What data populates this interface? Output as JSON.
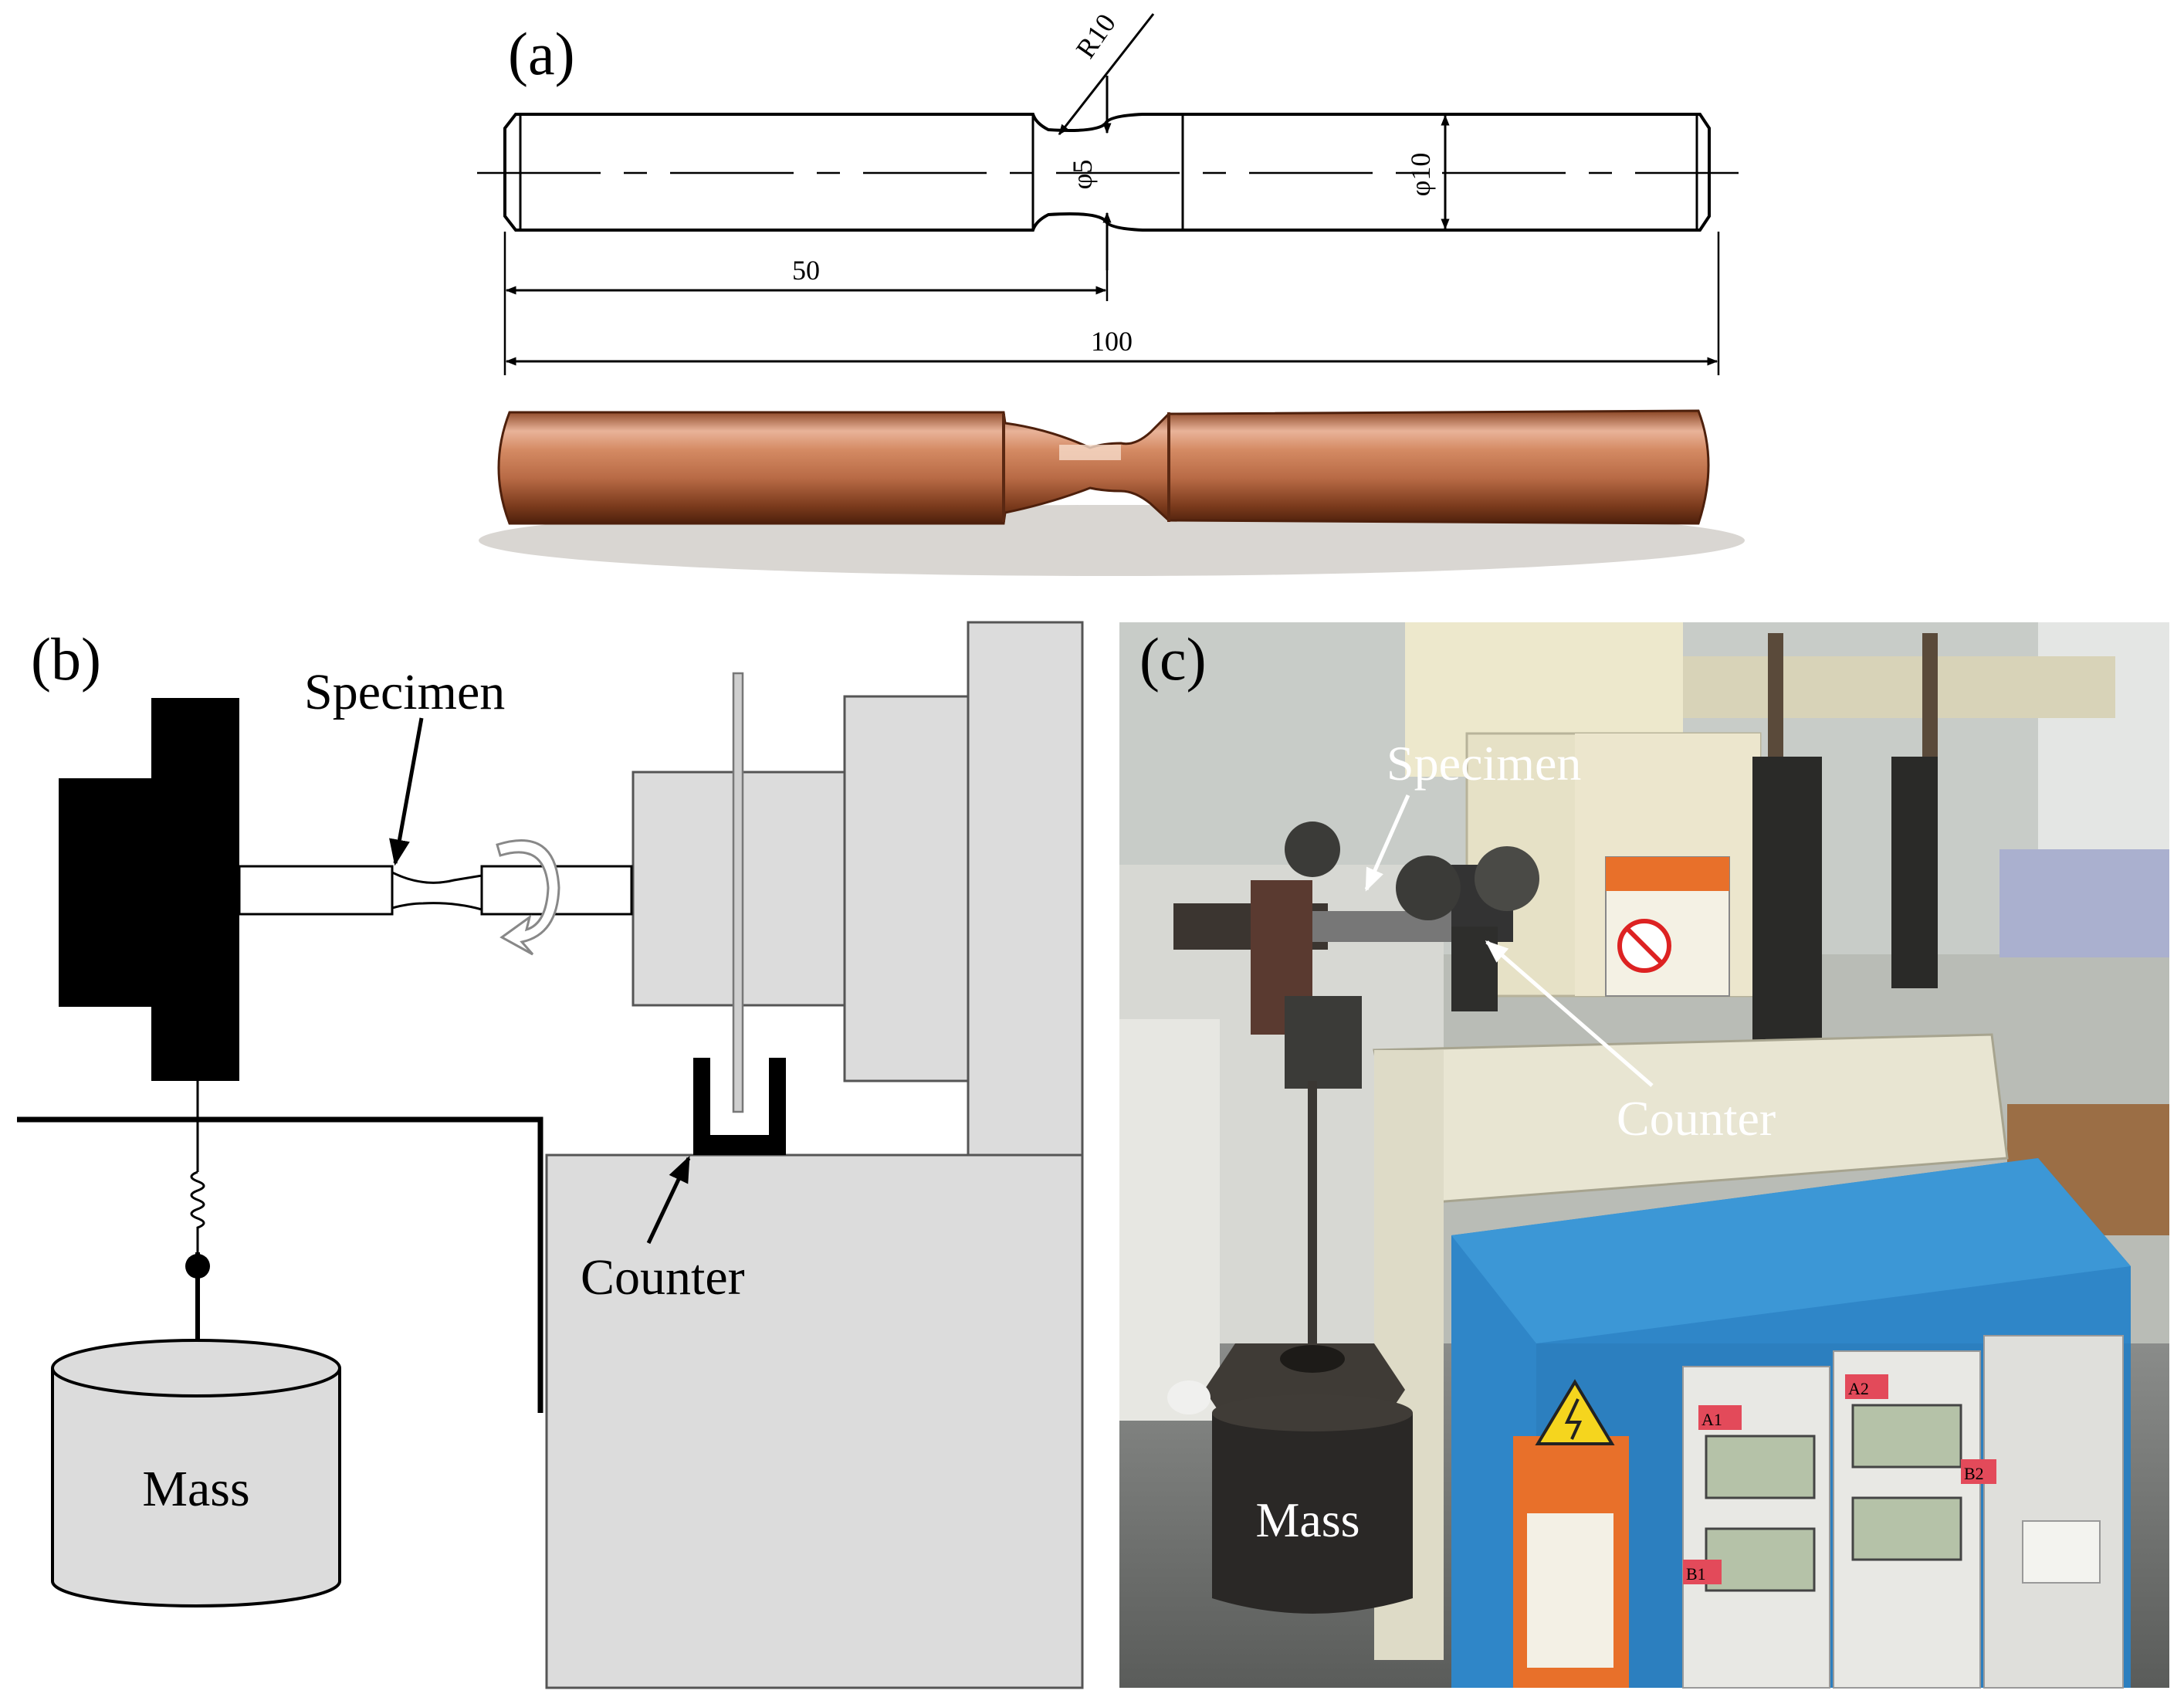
{
  "panel_a": {
    "tag": "(a)",
    "dims": {
      "radius": "R10",
      "neck_dia": "φ5",
      "body_dia": "φ10",
      "half_len": "50",
      "full_len": "100"
    }
  },
  "panel_b": {
    "tag": "(b)",
    "specimen": "Specimen",
    "counter": "Counter",
    "mass": "Mass"
  },
  "panel_c": {
    "tag": "(c)",
    "specimen": "Specimen",
    "counter": "Counter",
    "mass": "Mass",
    "slot_labels": [
      "A1",
      "A2",
      "B2",
      "B1"
    ]
  },
  "colors": {
    "ink": "#000000",
    "machine_fill": "#dcdcdc",
    "copper_light": "#e2a585",
    "copper_dark": "#7a3a1c",
    "cabinet_blue": "#2f86c8",
    "cabinet_cream": "#e8e5d2",
    "warning_orange": "#e8702a"
  }
}
